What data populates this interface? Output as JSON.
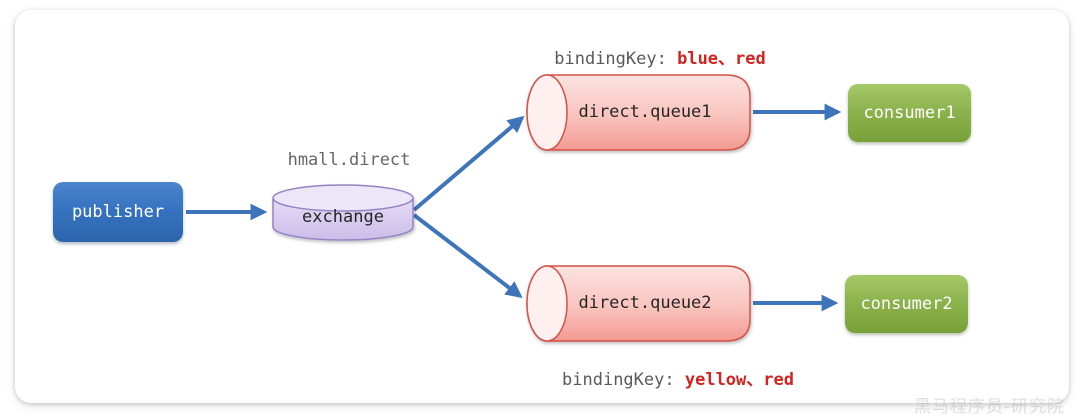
{
  "diagram": {
    "title_context": "RabbitMQ direct exchange routing diagram",
    "publisher": {
      "label": "publisher"
    },
    "exchange": {
      "label": "exchange",
      "name": "hmall.direct"
    },
    "queues": [
      {
        "label": "direct.queue1",
        "binding_prefix": "bindingKey:",
        "binding_keys": "blue、red",
        "consumer": "consumer1"
      },
      {
        "label": "direct.queue2",
        "binding_prefix": "bindingKey:",
        "binding_keys": "yellow、red",
        "consumer": "consumer2"
      }
    ],
    "edges": [
      "publisher->exchange",
      "exchange->direct.queue1",
      "exchange->direct.queue2",
      "direct.queue1->consumer1",
      "direct.queue2->consumer2"
    ],
    "watermark": "黑马程序员-研究院"
  },
  "colors": {
    "arrow_blue": "#3e74b9",
    "publisher_blue": "#3673c0",
    "exchange_purple_fill": "#d9cdf0",
    "exchange_purple_border": "#9483c5",
    "queue_pink_fill": "#f8c1bb",
    "queue_red_border": "#d15349",
    "consumer_green": "#8db34d",
    "binding_key_red": "#d02420",
    "label_gray": "#595959"
  }
}
